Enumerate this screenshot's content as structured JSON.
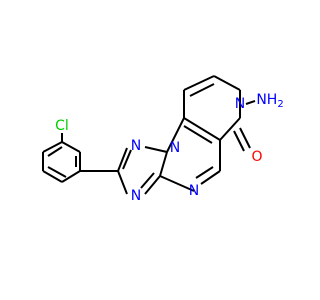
{
  "molecule": {
    "colors": {
      "bond": "#000000",
      "nitrogen": "#0000ff",
      "oxygen": "#ff0000",
      "chlorine": "#00cc00"
    },
    "labels": {
      "cl": "Cl",
      "nh2": "NH",
      "nh2_subscript": "2",
      "n_ring_left": "N",
      "n_ring_top": "N",
      "n_ring_bottom": "N",
      "n_ring_mid": "N",
      "n_amino_ring": "N",
      "o": "O"
    }
  }
}
